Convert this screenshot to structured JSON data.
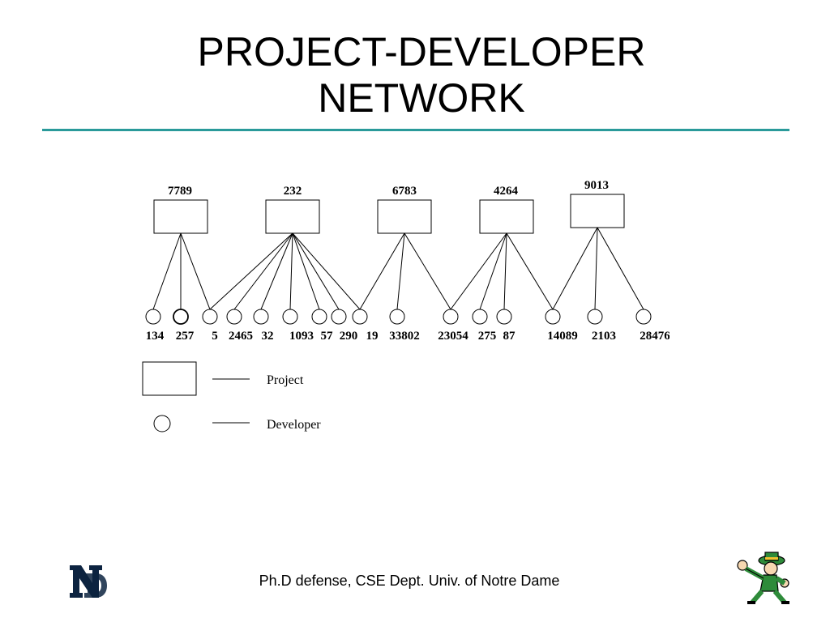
{
  "slide": {
    "title_line1": "PROJECT-DEVELOPER",
    "title_line2": "NETWORK",
    "footer": "Ph.D defense, CSE Dept. Univ. of Notre Dame"
  },
  "colors": {
    "rule": "#2a9a9a",
    "nd_navy": "#0c2340",
    "leprechaun_green": "#2e8b3a"
  },
  "diagram": {
    "projects": [
      "7789",
      "232",
      "6783",
      "4264",
      "9013"
    ],
    "developers": [
      "134",
      "257",
      "5",
      "2465",
      "32",
      "1093",
      "57",
      "290",
      "19",
      "33802",
      "23054",
      "275",
      "87",
      "14089",
      "2103",
      "28476"
    ],
    "edges": [
      [
        "7789",
        "134"
      ],
      [
        "7789",
        "257"
      ],
      [
        "7789",
        "5"
      ],
      [
        "232",
        "5"
      ],
      [
        "232",
        "2465"
      ],
      [
        "232",
        "32"
      ],
      [
        "232",
        "1093"
      ],
      [
        "232",
        "57"
      ],
      [
        "232",
        "290"
      ],
      [
        "232",
        "19"
      ],
      [
        "6783",
        "19"
      ],
      [
        "6783",
        "33802"
      ],
      [
        "6783",
        "23054"
      ],
      [
        "4264",
        "23054"
      ],
      [
        "4264",
        "275"
      ],
      [
        "4264",
        "87"
      ],
      [
        "4264",
        "14089"
      ],
      [
        "9013",
        "14089"
      ],
      [
        "9013",
        "2103"
      ],
      [
        "9013",
        "28476"
      ]
    ],
    "legend": {
      "project": "Project",
      "developer": "Developer"
    }
  },
  "logos": {
    "left": "notre-dame-monogram",
    "right": "leprechaun-mascot"
  }
}
